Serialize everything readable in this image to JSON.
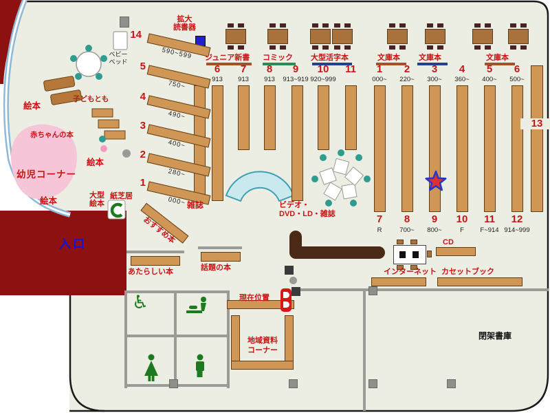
{
  "colors": {
    "accent_red": "#c81414",
    "entry_blue": "#1212e0",
    "wall_darkred": "#8e1111",
    "shelf_tan": "#cf9656",
    "teal": "#2e9d8f",
    "green": "#1d7a1e"
  },
  "header": {
    "magnifier_line1": "拡大",
    "magnifier_line2": "読書器"
  },
  "top_categories": [
    {
      "label": "ジュニア新書"
    },
    {
      "label": "コミック"
    },
    {
      "label": "大型活字本"
    },
    {
      "label": "文庫本"
    },
    {
      "label": "文庫本"
    },
    {
      "label": "文庫本"
    }
  ],
  "kids": {
    "corner": "幼児コーナー",
    "baby_books": "赤ちゃんの本",
    "picture_books": "絵本",
    "kodomo": "子どもとも",
    "bed_line1": "ベビー",
    "bed_line2": "ベッド",
    "large_line1": "大型",
    "large_line2": "絵本",
    "kamishibai": "紙芝居",
    "recommended": "おすすめ本"
  },
  "diag_shelves": [
    {
      "num": "14",
      "range": "590~599"
    },
    {
      "num": "5",
      "range": "750~"
    },
    {
      "num": "4",
      "range": "490~"
    },
    {
      "num": "3",
      "range": "400~"
    },
    {
      "num": "2",
      "range": "280~"
    },
    {
      "num": "1",
      "range": "000~"
    }
  ],
  "groupA": [
    {
      "num": "6",
      "range": "913"
    },
    {
      "num": "7",
      "range": "913"
    },
    {
      "num": "8",
      "range": "913"
    },
    {
      "num": "9",
      "range": "913~919"
    },
    {
      "num": "10",
      "range": "920~999"
    },
    {
      "num": "11",
      "range": ""
    }
  ],
  "groupB_top": [
    {
      "num": "1",
      "range": "000~"
    },
    {
      "num": "2",
      "range": "220~"
    },
    {
      "num": "3",
      "range": "300~"
    },
    {
      "num": "4",
      "range": "360~"
    },
    {
      "num": "5",
      "range": "400~"
    },
    {
      "num": "6",
      "range": "500~"
    }
  ],
  "groupB_bottom": [
    {
      "num": "7",
      "range": "R"
    },
    {
      "num": "8",
      "range": "700~"
    },
    {
      "num": "9",
      "range": "800~"
    },
    {
      "num": "10",
      "range": "F"
    },
    {
      "num": "11",
      "range": "F~914"
    },
    {
      "num": "12",
      "range": "914~999"
    }
  ],
  "right_shelf_num": "13",
  "center": {
    "magazines": "雑誌",
    "video_line1": "ビデオ・",
    "video_line2": "DVD・LD・雑誌"
  },
  "south": {
    "new_books": "あたらしい本",
    "topical_books": "話題の本",
    "current_location": "現在位置",
    "local_line1": "地域資料",
    "local_line2": "コーナー",
    "internet": "インターネット",
    "cd": "CD",
    "cassette": "カセットブック",
    "closed_stacks": "閉架書庫",
    "entrance": "入口"
  },
  "icons": {
    "wheelchair": "♿"
  }
}
